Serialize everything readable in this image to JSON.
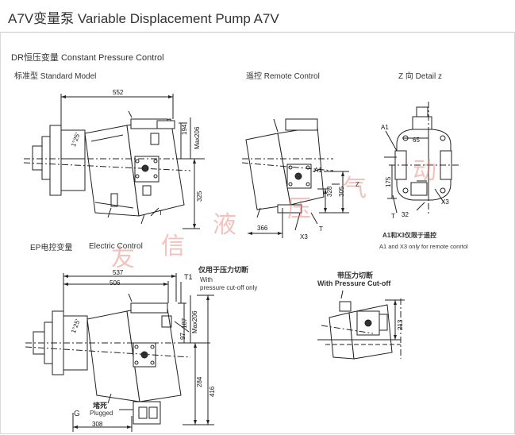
{
  "header": {
    "title": "A7V变量泵 Variable Displacement Pump A7V"
  },
  "sections": {
    "dr": "DR恒压变量  Constant Pressure Control",
    "standard": "标准型 Standard Model",
    "remote": "遥控 Remote Control",
    "detail": "Z 向 Detail z",
    "ep": "EP电控变量",
    "electric": "Electric Control",
    "cutoff_only_cn": "仅用于压力切断",
    "cutoff_only_en_1": "With",
    "cutoff_only_en_2": "pressure cut-off only",
    "with_cutoff_cn": "带压力切断",
    "with_cutoff_en": "With Pressure Cut-off",
    "plugged_cn": "堵死",
    "plugged_en": "Plugged",
    "remote_note_cn": "A1和X3仅限于遥控",
    "remote_note_en": "A1 and X3 only for remote conrtol"
  },
  "dims": {
    "d552": "552",
    "d194": "194",
    "max206a": "Max206",
    "d325": "325",
    "ang1": "1°25'",
    "t1": "T",
    "d328": "328",
    "d305": "305",
    "a1": "A1",
    "z": "Z",
    "d366": "366",
    "x3": "X3",
    "t2": "T",
    "a1b": "A1",
    "d65": "65",
    "d175": "175",
    "tb": "T",
    "d32": "32",
    "x3b": "X3",
    "d537": "537",
    "d506": "506",
    "t1e": "T1",
    "d187": "187",
    "max206b": "Max206",
    "d97": "97",
    "d284": "284",
    "d416": "416",
    "ang2": "1°25'",
    "g": "G",
    "d308": "308",
    "d213": "213"
  },
  "watermark": [
    "友",
    "信",
    "液",
    "压",
    "气",
    "动"
  ]
}
